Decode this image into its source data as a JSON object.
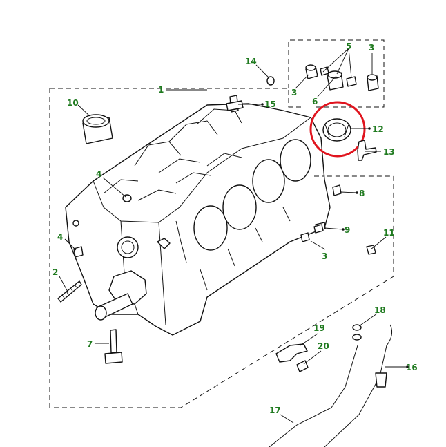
{
  "colors": {
    "callout_text": "#1f7a1f",
    "line": "#111111",
    "highlight": "#e0141e",
    "background": "#ffffff"
  },
  "callouts": [
    {
      "id": "c1",
      "text": "1"
    },
    {
      "id": "c2",
      "text": "2"
    },
    {
      "id": "c3a",
      "text": "3"
    },
    {
      "id": "c3b",
      "text": "3"
    },
    {
      "id": "c3c",
      "text": "3"
    },
    {
      "id": "c4a",
      "text": "4"
    },
    {
      "id": "c4b",
      "text": "4"
    },
    {
      "id": "c5",
      "text": "5"
    },
    {
      "id": "c6",
      "text": "6"
    },
    {
      "id": "c7",
      "text": "7"
    },
    {
      "id": "c8",
      "text": "8"
    },
    {
      "id": "c9",
      "text": "9"
    },
    {
      "id": "c10",
      "text": "10"
    },
    {
      "id": "c11",
      "text": "11"
    },
    {
      "id": "c12",
      "text": "12"
    },
    {
      "id": "c13",
      "text": "13"
    },
    {
      "id": "c14",
      "text": "14"
    },
    {
      "id": "c15",
      "text": "15"
    },
    {
      "id": "c16",
      "text": "16"
    },
    {
      "id": "c17",
      "text": "17"
    },
    {
      "id": "c18",
      "text": "18"
    },
    {
      "id": "c19",
      "text": "19"
    },
    {
      "id": "c20",
      "text": "20"
    }
  ],
  "highlighted_part": "12"
}
